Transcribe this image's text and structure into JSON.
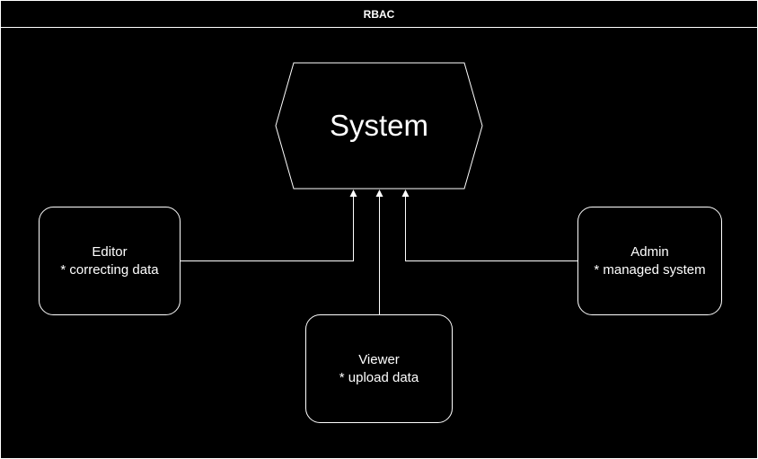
{
  "title": "RBAC",
  "colors": {
    "background": "#000000",
    "stroke": "#ffffff",
    "text": "#ffffff"
  },
  "system": {
    "label": "System"
  },
  "roles": {
    "editor": {
      "name": "Editor",
      "permission": "* correcting data"
    },
    "viewer": {
      "name": "Viewer",
      "permission": "* upload data"
    },
    "admin": {
      "name": "Admin",
      "permission": "* managed system"
    }
  }
}
